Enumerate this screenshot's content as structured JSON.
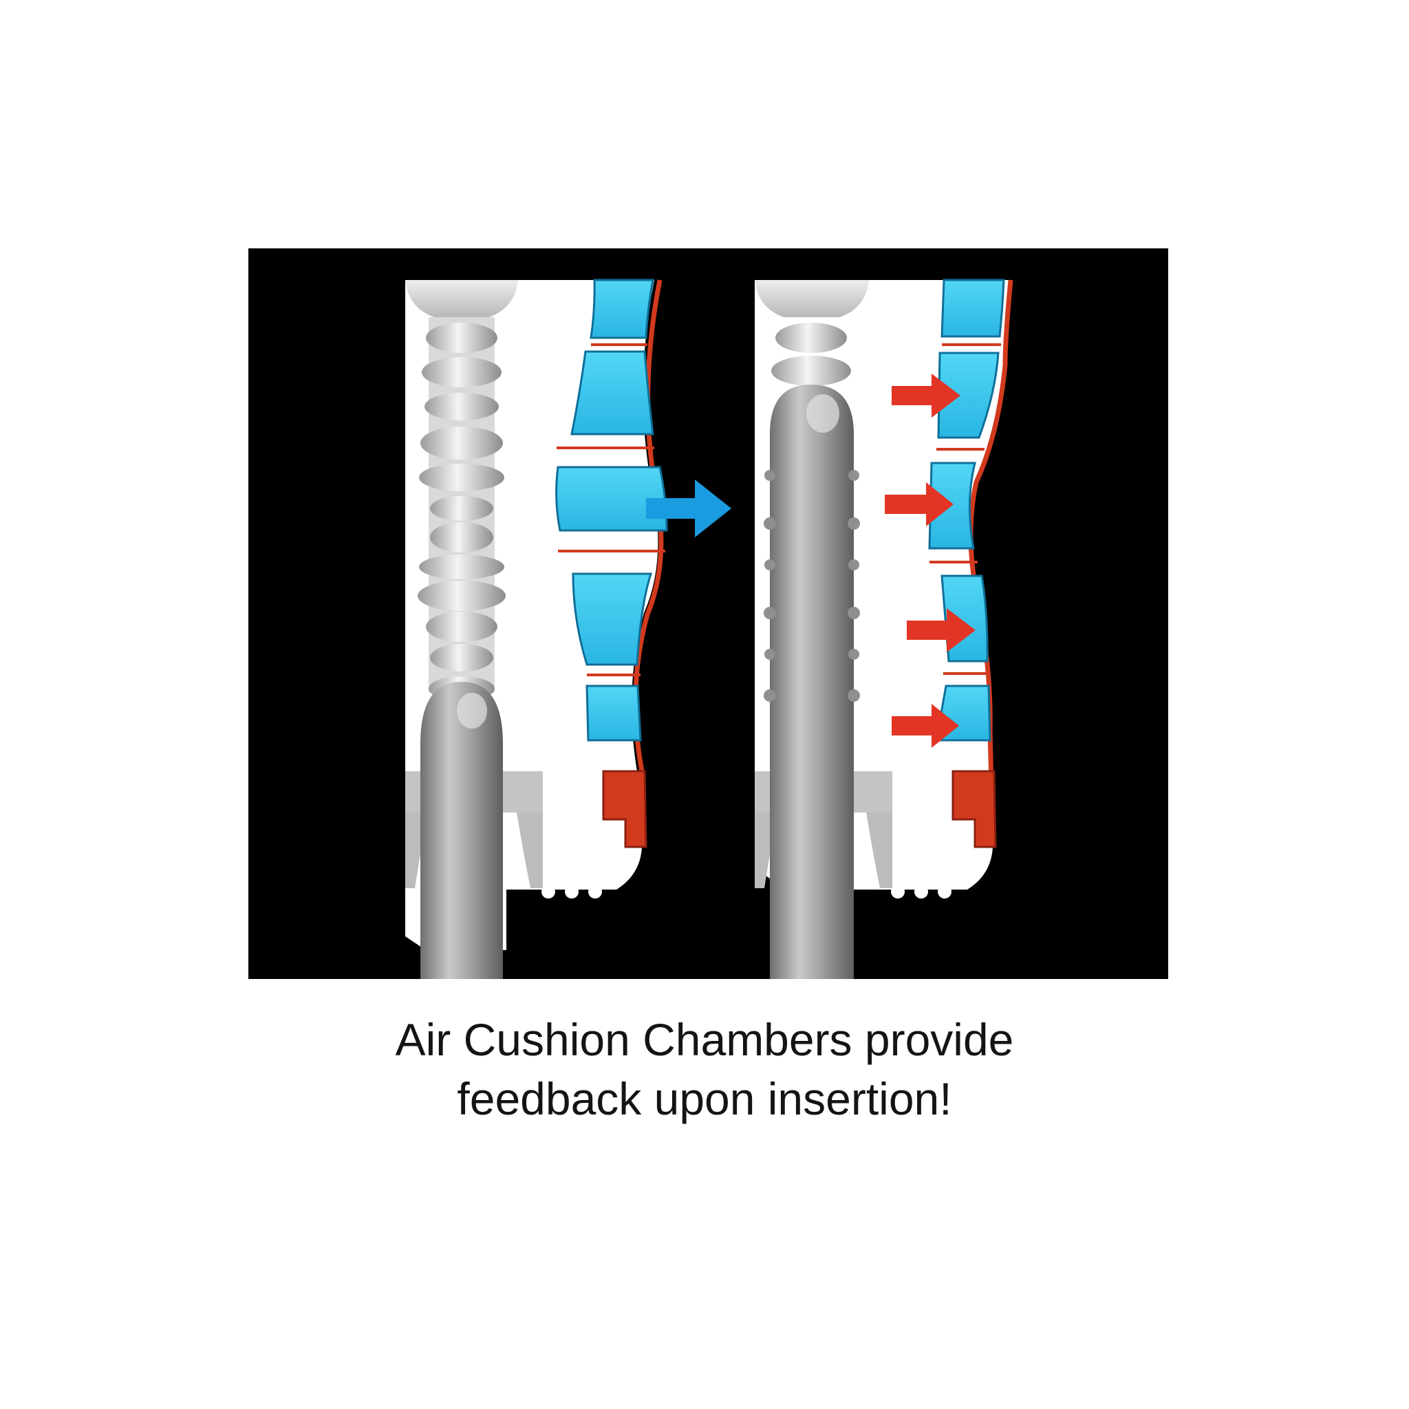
{
  "caption": {
    "line1": "Air Cushion Chambers provide",
    "line2": "feedback upon insertion!"
  },
  "colors": {
    "background": "#ffffff",
    "panel": "#000000",
    "chamber": "#3cc8ef",
    "wall": "#d23a1e",
    "transition_arrow": "#1b9be0",
    "pressure_arrow": "#e23526",
    "rod": "#a9a9a9",
    "sleeve": "#ffffff"
  },
  "diagram": {
    "panels": [
      "before-insertion",
      "after-insertion"
    ],
    "transition_arrow_icon": "arrow-right-icon",
    "pressure_arrow_icon": "arrow-right-icon",
    "pressure_arrow_count": 4
  }
}
